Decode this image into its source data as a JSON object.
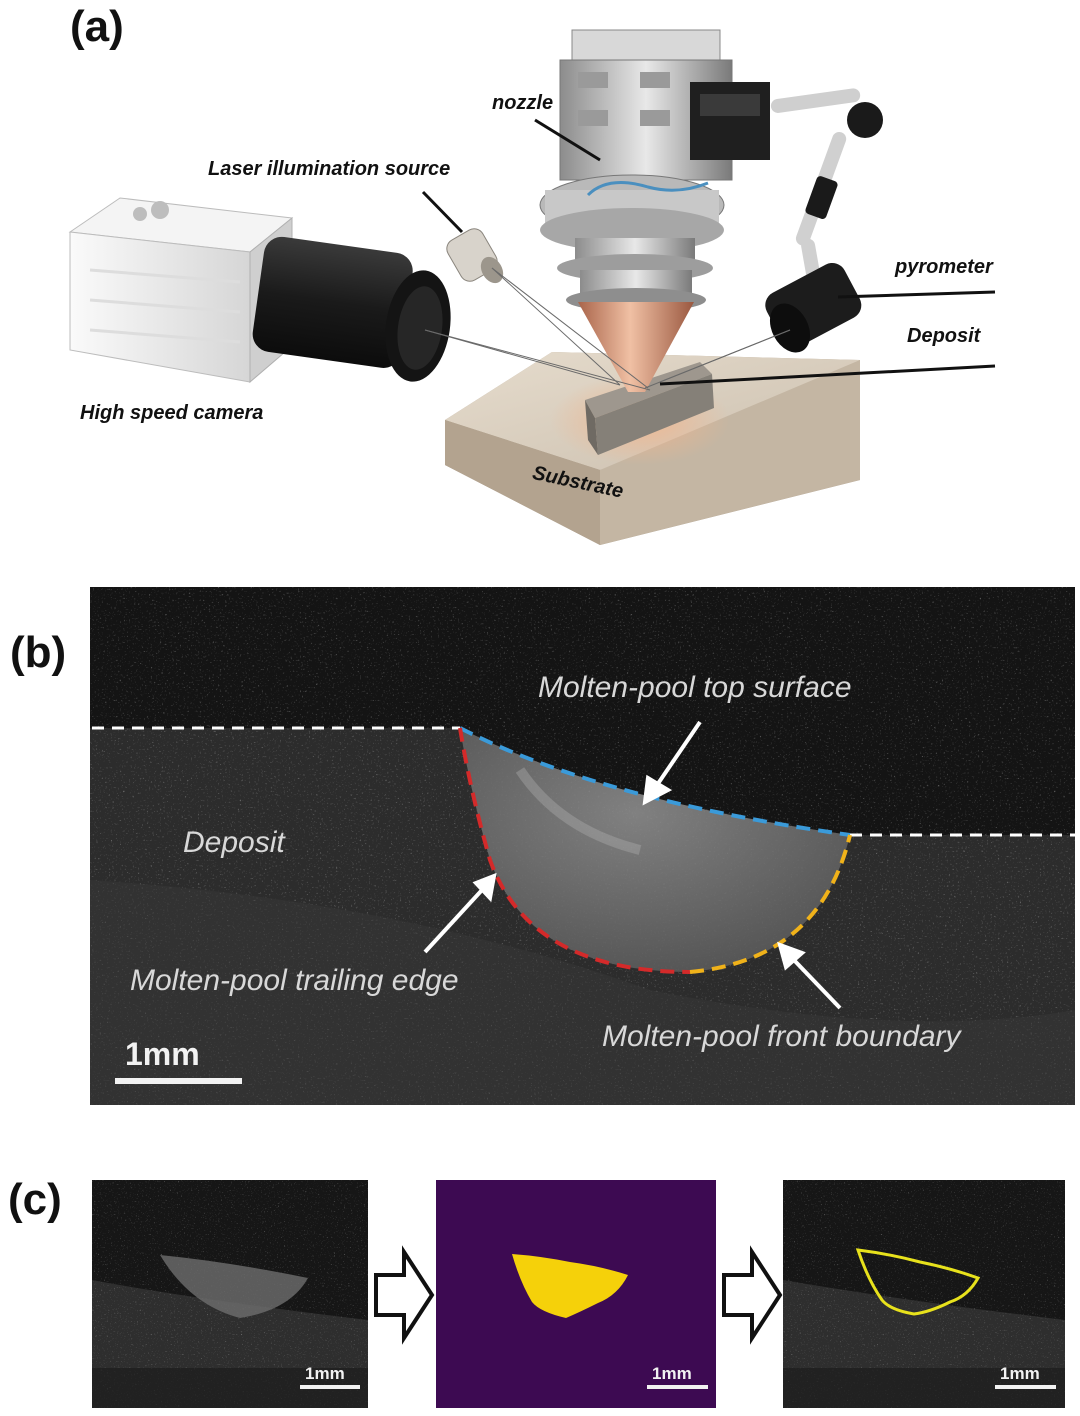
{
  "panel_a": {
    "label": "(a)",
    "callouts": {
      "nozzle": "nozzle",
      "laser": "Laser illumination source",
      "pyrometer": "pyrometer",
      "deposit": "Deposit",
      "camera": "High speed camera",
      "substrate": "Substrate"
    }
  },
  "panel_b": {
    "label": "(b)",
    "annotations": {
      "top_surface": "Molten-pool top surface",
      "deposit": "Deposit",
      "trailing_edge": "Molten-pool trailing edge",
      "front_boundary": "Molten-pool front boundary"
    },
    "scale_bar": "1mm",
    "colors": {
      "trailing_edge": "#d42a2a",
      "top_surface": "#3a9ad9",
      "front_boundary": "#f0b21a",
      "reference": "#ffffff"
    }
  },
  "panel_c": {
    "label": "(c)",
    "scale_bar_1": "1mm",
    "scale_bar_2": "1mm",
    "scale_bar_3": "1mm",
    "colors": {
      "mask_background": "#3d0a52",
      "mask_fill": "#f5d10a",
      "contour": "#e8e21c"
    }
  }
}
